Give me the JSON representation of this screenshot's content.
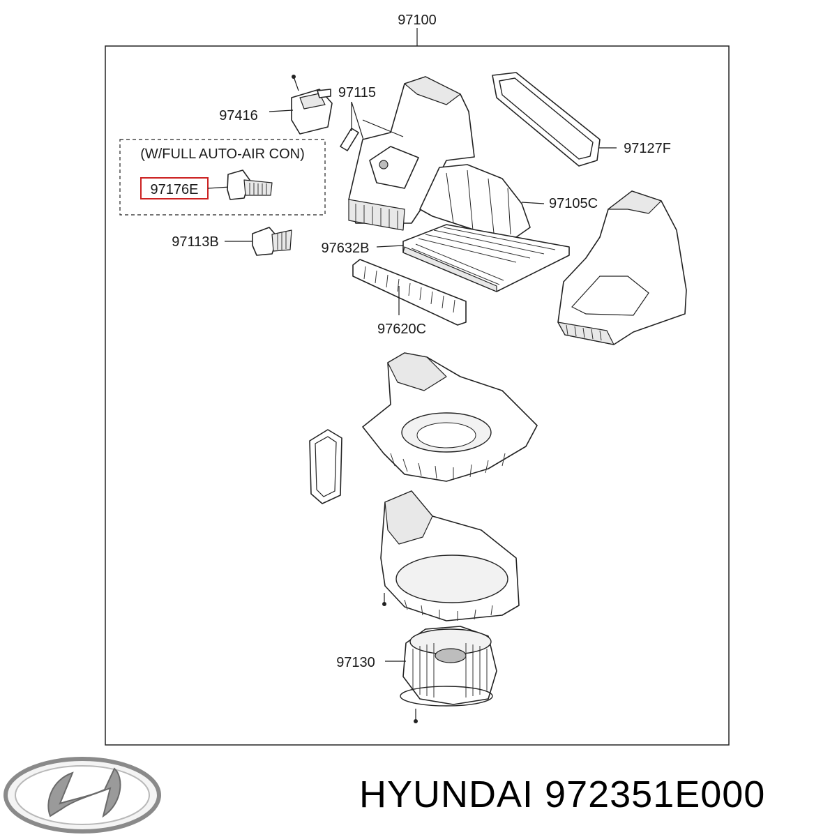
{
  "diagram": {
    "assembly_number": "97100",
    "variant_note": "(W/FULL AUTO-AIR CON)",
    "callouts": {
      "p97115": "97115",
      "p97416": "97416",
      "p97176E": "97176E",
      "p97113B": "97113B",
      "p97127F": "97127F",
      "p97105C": "97105C",
      "p97632B": "97632B",
      "p97620C": "97620C",
      "p97130": "97130"
    },
    "highlight_color": "#cc2222"
  },
  "footer": {
    "brand": "HYUNDAI",
    "part_number": "972351E000"
  },
  "logo": {
    "icon": "hyundai-logo-icon"
  }
}
